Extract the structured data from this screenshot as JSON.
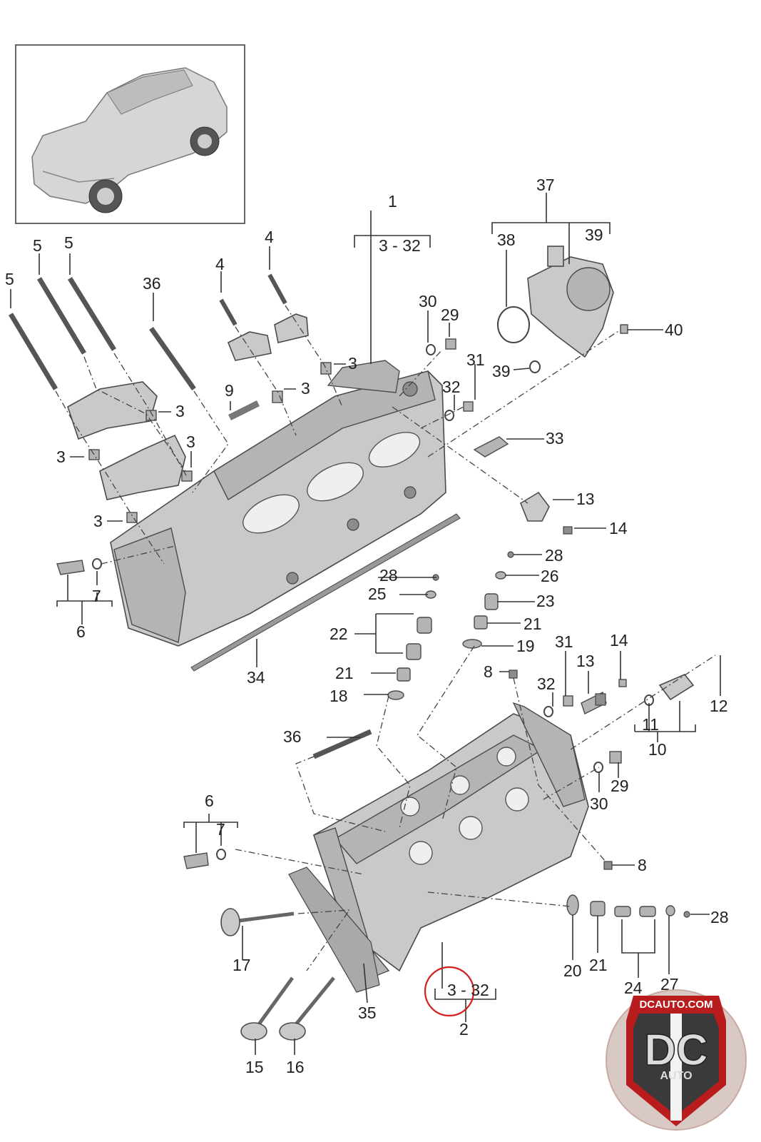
{
  "callouts": {
    "c1": "1",
    "c3_32_top": "3 - 32",
    "c37": "37",
    "c38": "38",
    "c39a": "39",
    "c4a": "4",
    "c4b": "4",
    "c5a": "5",
    "c5b": "5",
    "c5c": "5",
    "c36a": "36",
    "c30a": "30",
    "c29a": "29",
    "c40": "40",
    "c39b": "39",
    "c31a": "31",
    "c32a": "32",
    "c3a": "3",
    "c3b": "3",
    "c3c": "3",
    "c3d": "3",
    "c3e": "3",
    "c3f": "3",
    "c9": "9",
    "c33": "33",
    "c13a": "13",
    "c14a": "14",
    "c7a": "7",
    "c6a": "6",
    "c34": "34",
    "c28a": "28",
    "c26": "26",
    "c28b": "28",
    "c25": "25",
    "c23": "23",
    "c22": "22",
    "c21a": "21",
    "c19": "19",
    "c21b": "21",
    "c18": "18",
    "c8a": "8",
    "c31b": "31",
    "c14b": "14",
    "c13b": "13",
    "c32b": "32",
    "c12": "12",
    "c11": "11",
    "c10": "10",
    "c36b": "36",
    "c29b": "29",
    "c30b": "30",
    "c6b": "6",
    "c7b": "7",
    "c8b": "8",
    "c28c": "28",
    "c17": "17",
    "c20": "20",
    "c21c": "21",
    "c24": "24",
    "c27": "27",
    "c35": "35",
    "c3_32_bottom": "3 - 32",
    "c2": "2",
    "c15": "15",
    "c16": "16"
  },
  "logo": {
    "top_text": "DCAUTO.COM",
    "mark": "DC",
    "sub": "AUTO"
  },
  "colors": {
    "highlight_circle": "#d42020",
    "logo_red": "#b81c1c",
    "logo_dark": "#3a3a3a"
  }
}
